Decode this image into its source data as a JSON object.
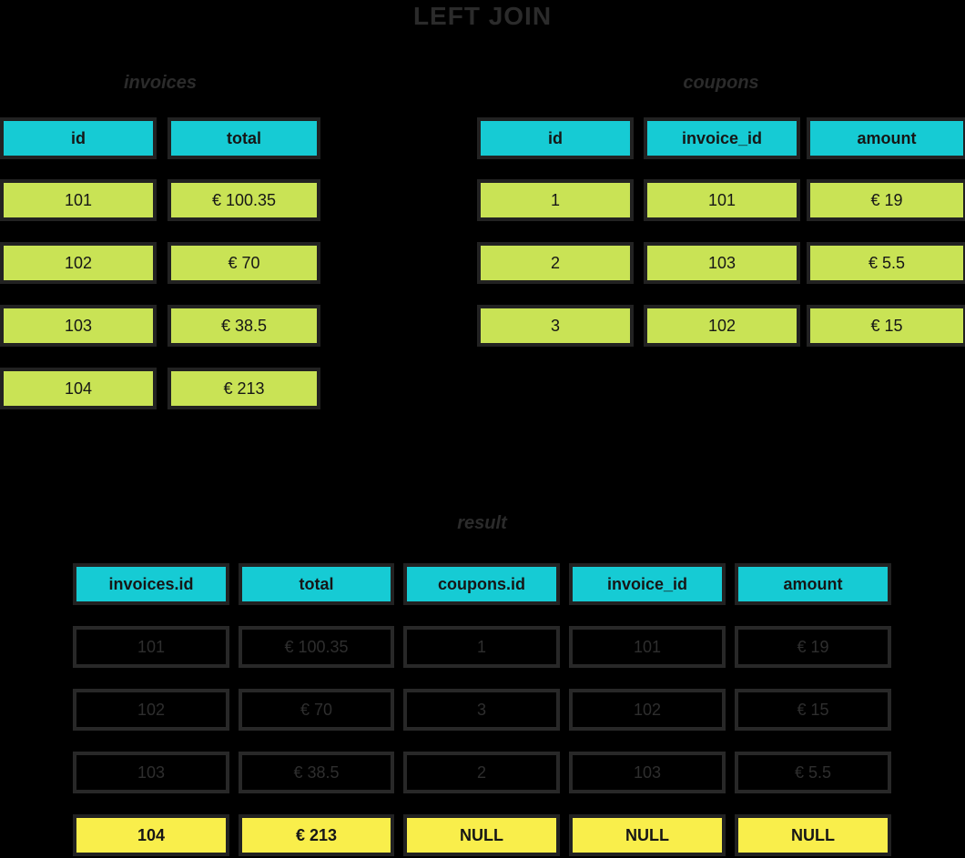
{
  "title": "LEFT JOIN",
  "colors": {
    "background": "#000000",
    "header-fill": "#16cbd4",
    "row-fill": "#c9e355",
    "highlight-fill": "#f9ee4b",
    "border": "#222222",
    "faded-border": "#282828",
    "faded-text": "#2e2e2e",
    "muted-text": "#2b2b2b",
    "cell-text": "#161616"
  },
  "tables": {
    "invoices": {
      "label": "invoices",
      "headers": [
        "id",
        "total"
      ],
      "rows": [
        [
          "101",
          "€ 100.35"
        ],
        [
          "102",
          "€ 70"
        ],
        [
          "103",
          "€ 38.5"
        ],
        [
          "104",
          "€ 213"
        ]
      ]
    },
    "coupons": {
      "label": "coupons",
      "headers": [
        "id",
        "invoice_id",
        "amount"
      ],
      "rows": [
        [
          "1",
          "101",
          "€ 19"
        ],
        [
          "2",
          "103",
          "€ 5.5"
        ],
        [
          "3",
          "102",
          "€ 15"
        ]
      ]
    },
    "result": {
      "label": "result",
      "headers": [
        "invoices.id",
        "total",
        "coupons.id",
        "invoice_id",
        "amount"
      ],
      "rows": [
        [
          "101",
          "€ 100.35",
          "1",
          "101",
          "€ 19"
        ],
        [
          "102",
          "€ 70",
          "3",
          "102",
          "€ 15"
        ],
        [
          "103",
          "€ 38.5",
          "2",
          "103",
          "€ 5.5"
        ],
        [
          "104",
          "€ 213",
          "NULL",
          "NULL",
          "NULL"
        ]
      ],
      "highlighted_row_index": 3,
      "null_value": "NULL"
    }
  }
}
